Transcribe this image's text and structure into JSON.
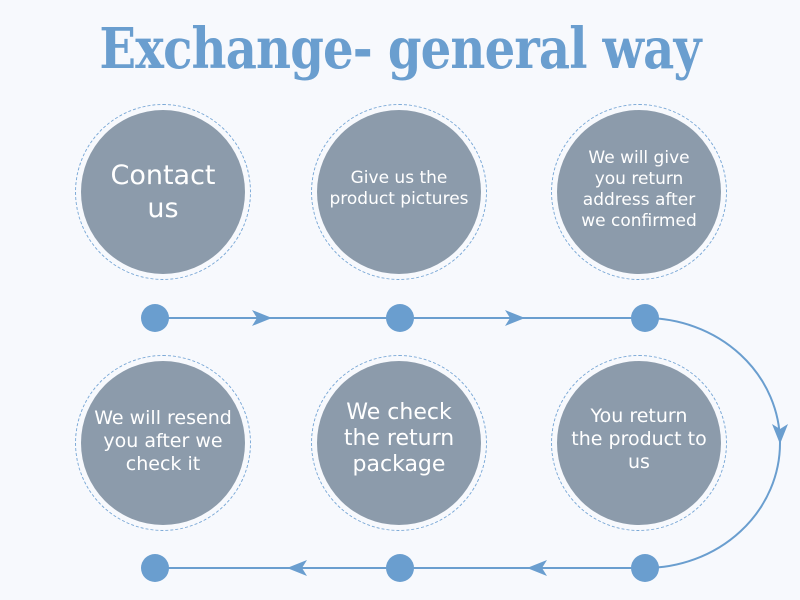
{
  "title": "Exchange- general way",
  "colors": {
    "background": "#f7f9fd",
    "accent": "#6a9ecf",
    "circle_fill": "#8c9bab",
    "circle_text": "#ffffff"
  },
  "steps": [
    {
      "order": 1,
      "label": "Contact\nus"
    },
    {
      "order": 2,
      "label": "Give us the\nproduct pictures"
    },
    {
      "order": 3,
      "label": "We will give\nyou return\naddress after\nwe confirmed"
    },
    {
      "order": 4,
      "label": "You return\nthe product to\nus"
    },
    {
      "order": 5,
      "label": "We check\nthe return\npackage"
    },
    {
      "order": 6,
      "label": "We will resend\nyou after we\ncheck it"
    }
  ],
  "flow": {
    "top_row_direction": "left-to-right",
    "bottom_row_direction": "right-to-left",
    "connector": "curved arc on right joining top row to bottom row"
  }
}
